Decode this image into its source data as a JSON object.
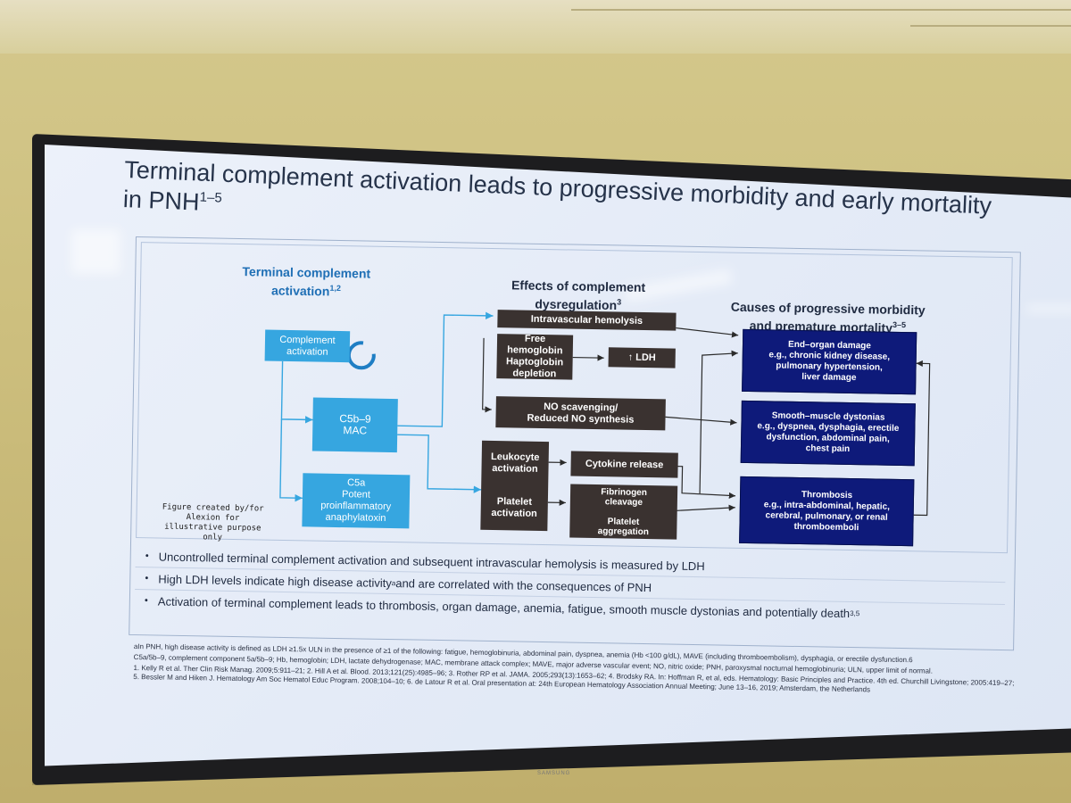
{
  "slide": {
    "title_line1": "Terminal complement activation leads to progressive morbidity and early mortality",
    "title_line2": "in PNH",
    "title_sup": "1–5"
  },
  "columns": {
    "col1_header": "Terminal complement activation",
    "col1_sup": "1,2",
    "col2_header": "Effects of complement dysregulation",
    "col2_sup": "3",
    "col3_header": "Causes of progressive morbidity and premature mortality",
    "col3_sup": "3–5"
  },
  "boxes": {
    "complement_activation": "Complement activation",
    "c5b9": "C5b–9\nMAC",
    "c5a": "C5a\nPotent\nproinflammatory\nanaphylatoxin",
    "intravascular_hemolysis": "Intravascular hemolysis",
    "free_hemoglobin": "Free hemoglobin\nHaptoglobin\ndepletion",
    "ldh": "↑ LDH",
    "no_scavenging": "NO scavenging/\nReduced NO synthesis",
    "leukocyte": "Leukocyte\nactivation",
    "platelet_activation": "Platelet\nactivation",
    "cytokine": "Cytokine release",
    "fibrinogen": "Fibrinogen\ncleavage\n\nPlatelet\naggregation",
    "end_organ": "End–organ damage\ne.g., chronic kidney disease,\npulmonary hypertension,\nliver damage",
    "smooth_muscle": "Smooth–muscle dystonias\ne.g., dyspnea, dysphagia, erectile\ndysfunction, abdominal pain,\nchest pain",
    "thrombosis": "Thrombosis\ne.g., intra-abdominal, hepatic,\ncerebral, pulmonary, or renal\nthromboemboli"
  },
  "figure_note": "Figure created by/for\nAlexion for\nillustrative purpose\nonly",
  "bullets": [
    "Uncontrolled terminal complement activation and subsequent intravascular hemolysis is measured by LDH",
    "High LDH levels indicate high disease activity",
    "Activation of terminal complement leads to thrombosis, organ damage, anemia, fatigue, smooth muscle dystonias and potentially death"
  ],
  "bullet2_sup": "a",
  "bullet2_tail": " and are correlated with the consequences of PNH",
  "bullet3_sup": "3,5",
  "footnotes": {
    "a": "aIn PNH, high disease activity is defined as LDH ≥1.5x ULN in the presence of ≥1 of the following: fatigue, hemoglobinuria, abdominal pain, dyspnea, anemia (Hb <100 g/dL), MAVE (including thromboembolism), dysphagia, or erectile dysfunction.6",
    "abbrev": "C5a/5b–9, complement component 5a/5b–9; Hb, hemoglobin; LDH, lactate dehydrogenase; MAC, membrane attack complex; MAVE, major adverse vascular event; NO, nitric oxide; PNH, paroxysmal nocturnal hemoglobinuria; ULN, upper limit of normal.",
    "refs": "1. Kelly R et al. Ther Clin Risk Manag. 2009;5:911–21; 2. Hill A et al. Blood. 2013;121(25):4985–96; 3. Rother RP et al. JAMA. 2005;293(13):1653–62; 4. Brodsky RA. In: Hoffman R, et al, eds. Hematology: Basic Principles and Practice. 4th ed. Churchill Livingstone; 2005:419–27; 5. Bessler M and Hiken J. Hematology Am Soc Hematol Educ Program. 2008;104–10; 6. de Latour R et al. Oral presentation at: 24th European Hematology Association Annual Meeting; June 13–16, 2019; Amsterdam, the Netherlands"
  },
  "brand": "SAMSUNG",
  "colors": {
    "light_box": "#36a6e0",
    "dark_box": "#3a3230",
    "navy_box": "#0e1a7a",
    "header_blue": "#1f6fb5"
  }
}
